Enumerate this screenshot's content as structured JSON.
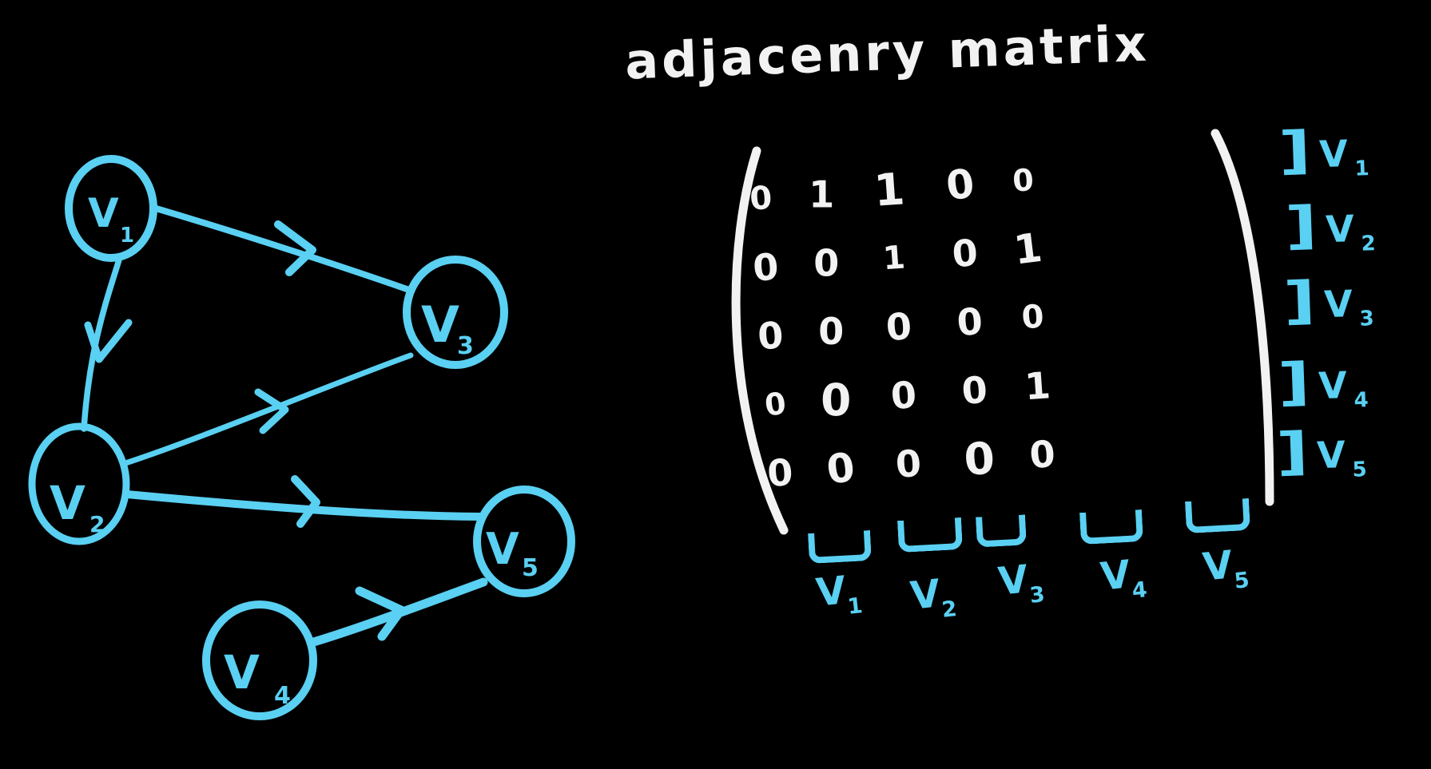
{
  "colors": {
    "background": "#000000",
    "ink_white": "#f2f2f2",
    "ink_cyan": "#5ad0f2"
  },
  "title": "adjacenry matrix",
  "graph": {
    "nodes": [
      {
        "id": "V1",
        "label": "V",
        "sub": "1"
      },
      {
        "id": "V2",
        "label": "V",
        "sub": "2"
      },
      {
        "id": "V3",
        "label": "V",
        "sub": "3"
      },
      {
        "id": "V4",
        "label": "V",
        "sub": "4"
      },
      {
        "id": "V5",
        "label": "V",
        "sub": "5"
      }
    ],
    "edges": [
      "V1→V2",
      "V1→V3",
      "V2→V3",
      "V2→V5",
      "V4→V5"
    ]
  },
  "matrix": {
    "row_bracket": "]",
    "rows": [
      {
        "label": "V",
        "sub": "1",
        "values": [
          "0",
          "1",
          "1",
          "0",
          "0"
        ]
      },
      {
        "label": "V",
        "sub": "2",
        "values": [
          "0",
          "0",
          "1",
          "0",
          "1"
        ]
      },
      {
        "label": "V",
        "sub": "3",
        "values": [
          "0",
          "0",
          "0",
          "0",
          "0"
        ]
      },
      {
        "label": "V",
        "sub": "4",
        "values": [
          "0",
          "0",
          "0",
          "0",
          "1"
        ]
      },
      {
        "label": "V",
        "sub": "5",
        "values": [
          "0",
          "0",
          "0",
          "0",
          "0"
        ]
      }
    ],
    "columns": [
      {
        "label": "V",
        "sub": "1"
      },
      {
        "label": "V",
        "sub": "2"
      },
      {
        "label": "V",
        "sub": "3"
      },
      {
        "label": "V",
        "sub": "4"
      },
      {
        "label": "V",
        "sub": "5"
      }
    ]
  }
}
